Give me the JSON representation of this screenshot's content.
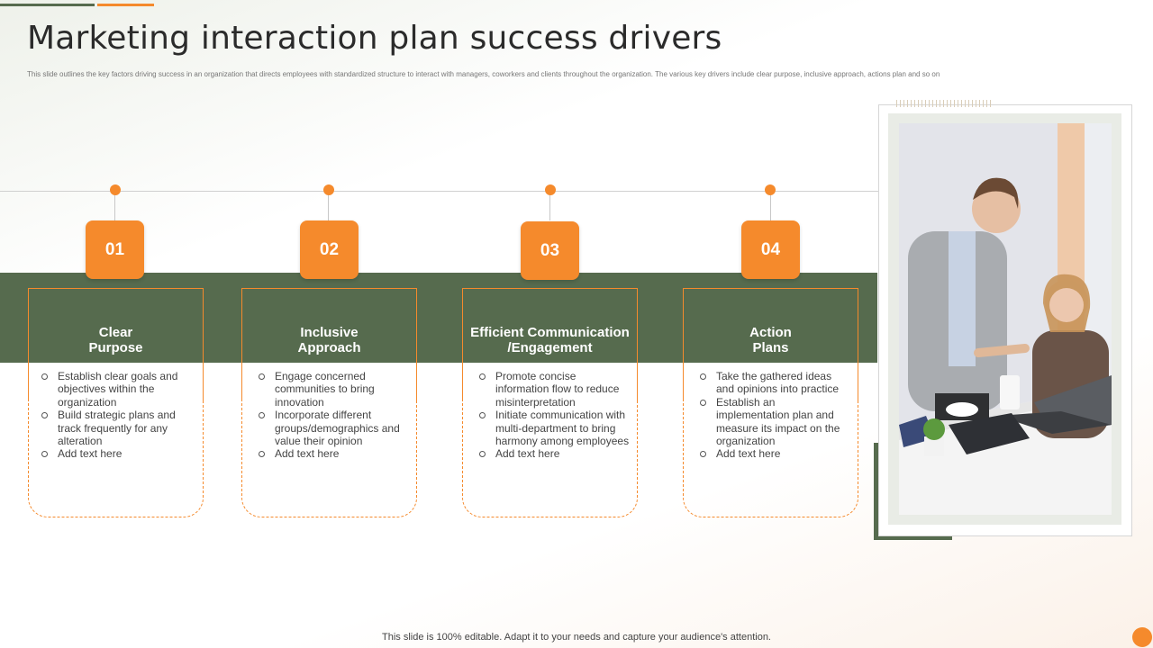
{
  "title": "Marketing interaction plan success drivers",
  "subtitle": "This slide outlines the key factors driving success in an organization  that directs employees with standardized  structure to interact with managers,  coworkers and clients throughout  the organization.  The  various key drivers include clear purpose,  inclusive approach,  actions plan and so on",
  "cards": [
    {
      "number": "01",
      "title_line1": "Clear",
      "title_line2": "Purpose",
      "bullets": [
        "Establish clear goals and objectives within the organization",
        "Build strategic plans and track frequently for any alteration",
        "Add text here"
      ]
    },
    {
      "number": "02",
      "title_line1": "Inclusive",
      "title_line2": "Approach",
      "bullets": [
        "Engage concerned communities to bring innovation",
        "Incorporate different groups/demographics and value their opinion",
        "Add text here"
      ]
    },
    {
      "number": "03",
      "title_line1": "Efficient Communication",
      "title_line2": "/Engagement",
      "bullets": [
        "Promote concise information flow to reduce misinterpretation",
        "Initiate communication with multi-department to bring harmony among employees",
        "Add text here"
      ]
    },
    {
      "number": "04",
      "title_line1": "Action",
      "title_line2": "Plans",
      "bullets": [
        "Take the gathered ideas and opinions into practice",
        "Establish an implementation plan and measure its impact on the organization",
        "Add text here"
      ]
    }
  ],
  "footer": "This slide is 100% editable.  Adapt it to your needs and capture your audience's attention.",
  "colors": {
    "accent_orange": "#f58a2c",
    "accent_green": "#566b4e"
  },
  "photo": {
    "icon": "office-meeting-photo"
  }
}
